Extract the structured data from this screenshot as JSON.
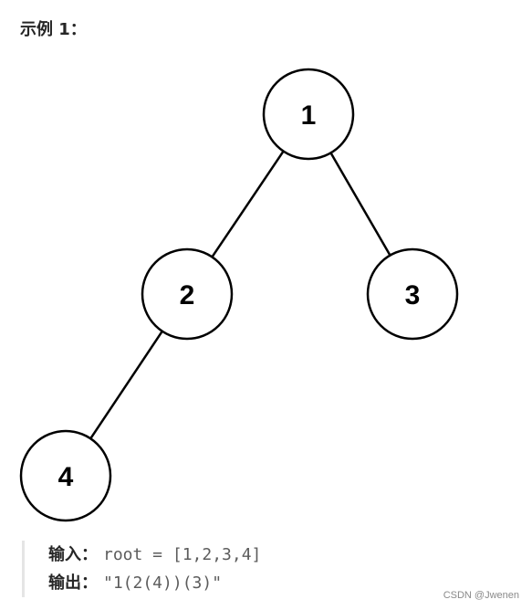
{
  "example": {
    "title": "示例 1："
  },
  "tree": {
    "nodes": [
      {
        "id": "n1",
        "label": "1"
      },
      {
        "id": "n2",
        "label": "2"
      },
      {
        "id": "n3",
        "label": "3"
      },
      {
        "id": "n4",
        "label": "4"
      }
    ],
    "edges": [
      {
        "from": "n1",
        "to": "n2"
      },
      {
        "from": "n1",
        "to": "n3"
      },
      {
        "from": "n2",
        "to": "n4"
      }
    ]
  },
  "io": {
    "input_label": "输入：",
    "input_value": "root = [1,2,3,4]",
    "output_label": "输出：",
    "output_value": "\"1(2(4))(3)\""
  },
  "watermark": "CSDN @Jwenen"
}
